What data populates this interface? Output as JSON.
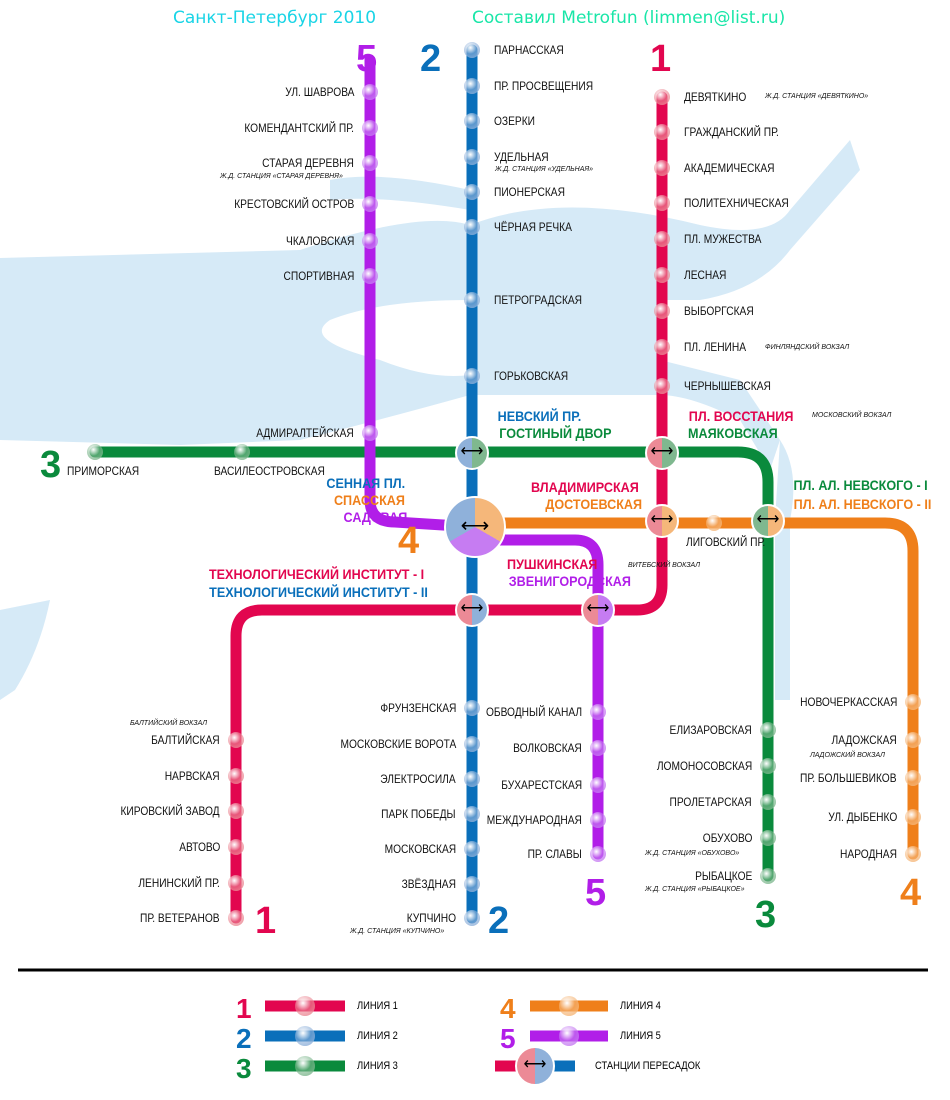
{
  "header": {
    "title": "Санкт-Петербург 2010",
    "author": "Составил Metrofun (limmen@list.ru)"
  },
  "colors": {
    "line1": "#e2064f",
    "line2": "#0a6fba",
    "line3": "#0a8a3c",
    "line4": "#ef7f1a",
    "line5": "#b11ee8",
    "river": "#d6eaf7"
  },
  "lines": {
    "line1": {
      "number": "1",
      "stations": [
        "ДЕВЯТКИНО",
        "ГРАЖДАНСКИЙ ПР.",
        "АКАДЕМИЧЕСКАЯ",
        "ПОЛИТЕХНИЧЕСКАЯ",
        "ПЛ. МУЖЕСТВА",
        "ЛЕСНАЯ",
        "ВЫБОРГСКАЯ",
        "ПЛ. ЛЕНИНА",
        "ЧЕРНЫШЕВСКАЯ",
        "БАЛТИЙСКАЯ",
        "НАРВСКАЯ",
        "КИРОВСКИЙ ЗАВОД",
        "АВТОВО",
        "ЛЕНИНСКИЙ ПР.",
        "ПР. ВЕТЕРАНОВ"
      ]
    },
    "line2": {
      "number": "2",
      "stations": [
        "ПАРНАССКАЯ",
        "ПР. ПРОСВЕЩЕНИЯ",
        "ОЗЕРКИ",
        "УДЕЛЬНАЯ",
        "ПИОНЕРСКАЯ",
        "ЧЁРНАЯ РЕЧКА",
        "ПЕТРОГРАДСКАЯ",
        "ГОРЬКОВСКАЯ",
        "ФРУНЗЕНСКАЯ",
        "МОСКОВСКИЕ ВОРОТА",
        "ЭЛЕКТРОСИЛА",
        "ПАРК ПОБЕДЫ",
        "МОСКОВСКАЯ",
        "ЗВЁЗДНАЯ",
        "КУПЧИНО"
      ]
    },
    "line3": {
      "number": "3",
      "stations": [
        "ПРИМОРСКАЯ",
        "ВАСИЛЕОСТРОВСКАЯ",
        "ЕЛИЗАРОВСКАЯ",
        "ЛОМОНОСОВСКАЯ",
        "ПРОЛЕТАРСКАЯ",
        "ОБУХОВО",
        "РЫБАЦКОЕ"
      ]
    },
    "line4": {
      "number": "4",
      "stations": [
        "ЛИГОВСКИЙ ПР.",
        "НОВОЧЕРКАССКАЯ",
        "ЛАДОЖСКАЯ",
        "ПР. БОЛЬШЕВИКОВ",
        "УЛ. ДЫБЕНКО",
        "НАРОДНАЯ"
      ]
    },
    "line5": {
      "number": "5",
      "stations": [
        "УЛ. ШАВРОВА",
        "КОМЕНДАНТСКИЙ ПР.",
        "СТАРАЯ ДЕРЕВНЯ",
        "КРЕСТОВСКИЙ ОСТРОВ",
        "ЧКАЛОВСКАЯ",
        "СПОРТИВНАЯ",
        "АДМИРАЛТЕЙСКАЯ",
        "ОБВОДНЫЙ КАНАЛ",
        "ВОЛКОВСКАЯ",
        "БУХАРЕСТСКАЯ",
        "МЕЖДУНАРОДНАЯ",
        "ПР. СЛАВЫ"
      ]
    }
  },
  "notes": {
    "devyatkino": "Ж.Д. СТАНЦИЯ «ДЕВЯТКИНО»",
    "udelnaya": "Ж.Д. СТАНЦИЯ «УДЕЛЬНАЯ»",
    "staraya": "Ж.Д. СТАНЦИЯ «СТАРАЯ ДЕРЕВНЯ»",
    "lenina": "ФИНЛЯНДСКИЙ ВОКЗАЛ",
    "moskovsky": "МОСКОВСКИЙ ВОКЗАЛ",
    "vitebsky": "ВИТЕБСКИЙ ВОКЗАЛ",
    "baltiysky": "БАЛТИЙСКИЙ ВОКЗАЛ",
    "kupchino": "Ж.Д. СТАНЦИЯ «КУПЧИНО»",
    "obukhovo": "Ж.Д. СТАНЦИЯ «ОБУХОВО»",
    "rybatskoe": "Ж.Д. СТАНЦИЯ «РЫБАЦКОЕ»",
    "ladozhsky": "ЛАДОЖСКИЙ ВОКЗАЛ"
  },
  "transfers": {
    "nevsky": "НЕВСКИЙ ПР.",
    "gostiny": "ГОСТИНЫЙ ДВОР",
    "vosstaniya": "ПЛ. ВОССТАНИЯ",
    "mayakovskaya": "МАЯКОВСКАЯ",
    "sennaya": "СЕННАЯ ПЛ.",
    "spasskaya": "СПАССКАЯ",
    "sadovaya": "САДОВАЯ",
    "vladimirskaya": "ВЛАДИМИРСКАЯ",
    "dostoevskaya": "ДОСТОЕВСКАЯ",
    "alnev1": "ПЛ. АЛ. НЕВСКОГО - I",
    "alnev2": "ПЛ. АЛ. НЕВСКОГО - II",
    "pushkinskaya": "ПУШКИНСКАЯ",
    "zvenigorodskaya": "ЗВЕНИГОРОДСКАЯ",
    "tech1": "ТЕХНОЛОГИЧЕСКИЙ ИНСТИТУТ - I",
    "tech2": "ТЕХНОЛОГИЧЕСКИЙ ИНСТИТУТ - II",
    "arrow": "⟷"
  },
  "legend": {
    "l1": "ЛИНИЯ 1",
    "l2": "ЛИНИЯ 2",
    "l3": "ЛИНИЯ 3",
    "l4": "ЛИНИЯ 4",
    "l5": "ЛИНИЯ 5",
    "transfer": "СТАНЦИИ ПЕРЕСАДОК"
  }
}
